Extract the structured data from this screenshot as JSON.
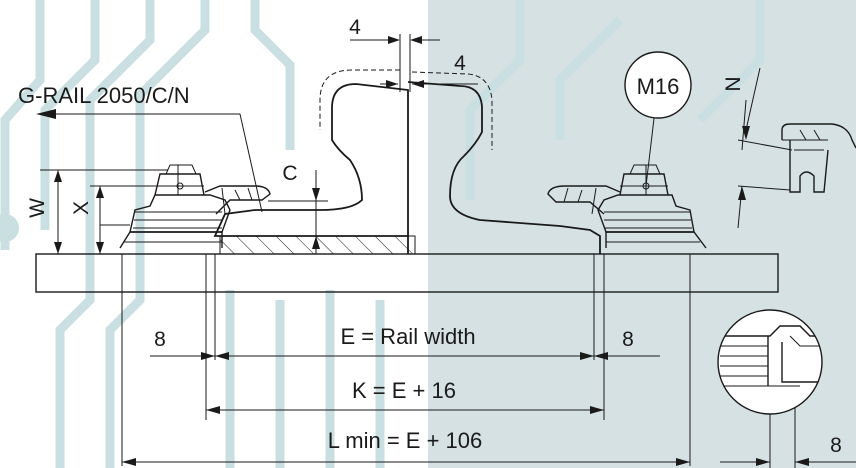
{
  "labels": {
    "product": "G-RAIL 2050/C/N",
    "bolt": "M16",
    "dim_top_4a": "4",
    "dim_top_4b": "4",
    "dim_c": "C",
    "dim_w": "W",
    "dim_x": "X",
    "dim_n": "N",
    "dim_left_8": "8",
    "dim_right_8": "8",
    "dim_detail_8": "8",
    "eq_e": "E = Rail width",
    "eq_k": "K = E + 16",
    "eq_l": "L min = E + 106"
  },
  "colors": {
    "panel": "#d6e1e4",
    "background": "#ffffff",
    "circuit": "#c9dfe2",
    "ink": "#1a1a1a"
  }
}
